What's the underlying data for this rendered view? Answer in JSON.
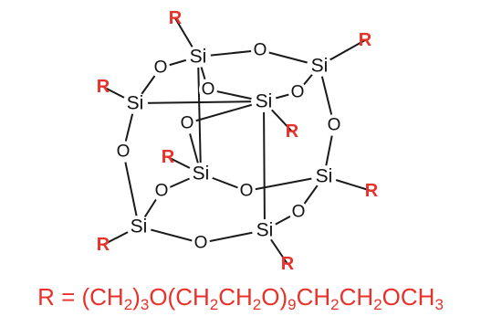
{
  "structure": {
    "colors": {
      "bond": "#1a1a1a",
      "atom": "#111111",
      "r_group": "#e8312a"
    },
    "atoms": [
      {
        "id": "si_tl",
        "label": "Si",
        "type": "Si"
      },
      {
        "id": "si_tr",
        "label": "Si",
        "type": "Si"
      },
      {
        "id": "si_ml",
        "label": "Si",
        "type": "Si"
      },
      {
        "id": "si_mc",
        "label": "Si",
        "type": "Si"
      },
      {
        "id": "si_ic",
        "label": "Si",
        "type": "Si"
      },
      {
        "id": "si_r",
        "label": "Si",
        "type": "Si"
      },
      {
        "id": "si_bl",
        "label": "Si",
        "type": "Si"
      },
      {
        "id": "si_bc",
        "label": "Si",
        "type": "Si"
      },
      {
        "id": "o_top",
        "label": "O",
        "type": "O"
      },
      {
        "id": "o_tl_ml",
        "label": "O",
        "type": "O"
      },
      {
        "id": "o_tl_mc",
        "label": "O",
        "type": "O"
      },
      {
        "id": "o_tr_mc",
        "label": "O",
        "type": "O"
      },
      {
        "id": "o_tr_r",
        "label": "O",
        "type": "O"
      },
      {
        "id": "o_ml_bl",
        "label": "O",
        "type": "O"
      },
      {
        "id": "o_mc_ic",
        "label": "O",
        "type": "O"
      },
      {
        "id": "o_ic_bl",
        "label": "O",
        "type": "O"
      },
      {
        "id": "o_ic_r",
        "label": "O",
        "type": "O"
      },
      {
        "id": "o_r_bc",
        "label": "O",
        "type": "O"
      },
      {
        "id": "o_bottom",
        "label": "O",
        "type": "O"
      },
      {
        "id": "r_tl",
        "label": "R",
        "type": "R"
      },
      {
        "id": "r_tr",
        "label": "R",
        "type": "R"
      },
      {
        "id": "r_ml",
        "label": "R",
        "type": "R"
      },
      {
        "id": "r_mc",
        "label": "R",
        "type": "R"
      },
      {
        "id": "r_ic",
        "label": "R",
        "type": "R"
      },
      {
        "id": "r_r",
        "label": "R",
        "type": "R"
      },
      {
        "id": "r_bl",
        "label": "R",
        "type": "R"
      },
      {
        "id": "r_bc",
        "label": "R",
        "type": "R"
      }
    ],
    "bonds": [
      [
        "si_tl",
        "o_top"
      ],
      [
        "o_top",
        "si_tr"
      ],
      [
        "si_tl",
        "o_tl_ml"
      ],
      [
        "o_tl_ml",
        "si_ml"
      ],
      [
        "si_tl",
        "o_tl_mc"
      ],
      [
        "o_tl_mc",
        "si_mc"
      ],
      [
        "si_tl",
        "si_ic"
      ],
      [
        "si_tr",
        "o_tr_mc"
      ],
      [
        "o_tr_mc",
        "si_mc"
      ],
      [
        "si_tr",
        "o_tr_r"
      ],
      [
        "o_tr_r",
        "si_r"
      ],
      [
        "si_ml",
        "si_mc"
      ],
      [
        "si_ml",
        "o_ml_bl"
      ],
      [
        "o_ml_bl",
        "si_bl"
      ],
      [
        "si_mc",
        "o_mc_ic"
      ],
      [
        "o_mc_ic",
        "si_ic"
      ],
      [
        "si_mc",
        "si_bc"
      ],
      [
        "si_ic",
        "o_ic_bl"
      ],
      [
        "o_ic_bl",
        "si_bl"
      ],
      [
        "si_ic",
        "o_ic_r"
      ],
      [
        "o_ic_r",
        "si_r"
      ],
      [
        "si_r",
        "o_r_bc"
      ],
      [
        "o_r_bc",
        "si_bc"
      ],
      [
        "si_bl",
        "o_bottom"
      ],
      [
        "o_bottom",
        "si_bc"
      ],
      [
        "si_tl",
        "r_tl"
      ],
      [
        "si_tr",
        "r_tr"
      ],
      [
        "si_ml",
        "r_ml"
      ],
      [
        "si_mc",
        "r_mc"
      ],
      [
        "si_ic",
        "r_ic"
      ],
      [
        "si_r",
        "r_r"
      ],
      [
        "si_bl",
        "r_bl"
      ],
      [
        "si_bc",
        "r_bc"
      ]
    ]
  },
  "formula": {
    "parts": [
      {
        "text": "R = (CH",
        "sub": false
      },
      {
        "text": "2",
        "sub": true
      },
      {
        "text": ")",
        "sub": false
      },
      {
        "text": "3",
        "sub": true
      },
      {
        "text": "O(CH",
        "sub": false
      },
      {
        "text": "2",
        "sub": true
      },
      {
        "text": "CH",
        "sub": false
      },
      {
        "text": "2",
        "sub": true
      },
      {
        "text": "O)",
        "sub": false
      },
      {
        "text": "9",
        "sub": true
      },
      {
        "text": "CH",
        "sub": false
      },
      {
        "text": "2",
        "sub": true
      },
      {
        "text": "CH",
        "sub": false
      },
      {
        "text": "2",
        "sub": true
      },
      {
        "text": "OCH",
        "sub": false
      },
      {
        "text": "3",
        "sub": true
      }
    ]
  }
}
